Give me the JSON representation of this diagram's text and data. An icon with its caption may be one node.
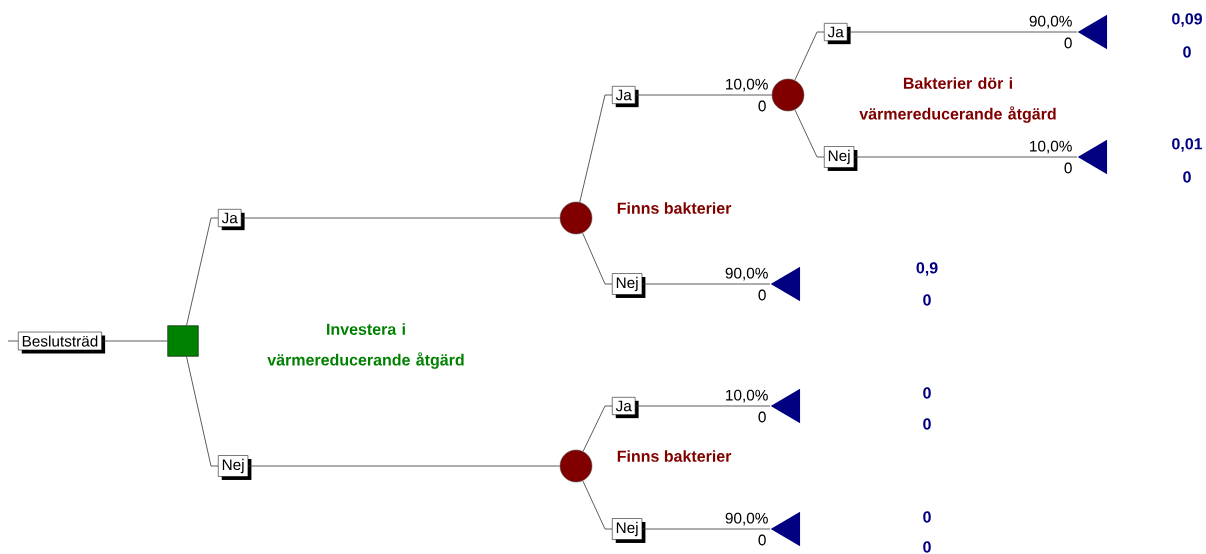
{
  "diagram": {
    "nodes": [
      {
        "text": [
          "Beslutsträd"
        ]
      },
      {
        "text": [],
        "shape": "box"
      },
      {
        "text": [
          "Ja"
        ]
      },
      {
        "text": [
          "Nej"
        ]
      },
      {
        "text": [],
        "shape": "circle"
      },
      {
        "text": [
          "Ja"
        ]
      },
      {
        "text": [
          "Nej"
        ]
      },
      {
        "text": [],
        "shape": "circle"
      },
      {
        "text": [
          "Ja"
        ]
      },
      {
        "text": [
          "Nej"
        ]
      },
      {
        "text": [],
        "shape": "triangle",
        "beside": [
          "0,09",
          "0"
        ]
      },
      {
        "text": [],
        "shape": "triangle",
        "beside": [
          "0,01",
          "0"
        ]
      },
      {
        "text": [],
        "shape": "triangle",
        "beside": [
          "0,9",
          "0"
        ]
      },
      {
        "text": [],
        "shape": "circle"
      },
      {
        "text": [
          "Ja"
        ]
      },
      {
        "text": [
          "Nej"
        ]
      },
      {
        "text": [],
        "shape": "triangle",
        "beside": [
          "0",
          "0"
        ]
      },
      {
        "text": [],
        "shape": "triangle",
        "beside": [
          "0",
          "0"
        ]
      }
    ],
    "edges": [
      {
        "from": null,
        "to": 0,
        "arrow": "none"
      },
      {
        "from": 0,
        "to": 1,
        "arrow": "none"
      },
      {
        "from": 1,
        "to": 2,
        "arrow": "none"
      },
      {
        "from": 1,
        "to": 3,
        "arrow": "none"
      },
      {
        "from": 2,
        "to": 4,
        "arrow": "none"
      },
      {
        "from": 4,
        "to": 5,
        "arrow": "none"
      },
      {
        "from": 4,
        "to": 6,
        "arrow": "none"
      },
      {
        "from": 5,
        "to": 7,
        "arrow": "none"
      },
      {
        "from": 7,
        "to": 8,
        "arrow": "none"
      },
      {
        "from": 7,
        "to": 9,
        "arrow": "none"
      },
      {
        "from": 8,
        "to": 10,
        "arrow": "none"
      },
      {
        "from": 9,
        "to": 11,
        "arrow": "none"
      },
      {
        "from": 6,
        "to": 12,
        "arrow": "none"
      },
      {
        "from": 3,
        "to": 13,
        "arrow": "none"
      },
      {
        "from": 13,
        "to": 14,
        "arrow": "none"
      },
      {
        "from": 13,
        "to": 15,
        "arrow": "none"
      },
      {
        "from": 14,
        "to": 16,
        "arrow": "none"
      },
      {
        "from": 15,
        "to": 17,
        "arrow": "none"
      }
    ],
    "labels": [
      "90,0%",
      "0",
      "10,0%",
      "0",
      "Bakterier dör i värmereducerande åtgärd",
      "10,0%",
      "0",
      "Finns bakterier",
      "90,0%",
      "0",
      "Investera i värmereducerande åtgärd",
      "10,0%",
      "0",
      "Finns bakterier",
      "90,0%",
      "0"
    ]
  }
}
